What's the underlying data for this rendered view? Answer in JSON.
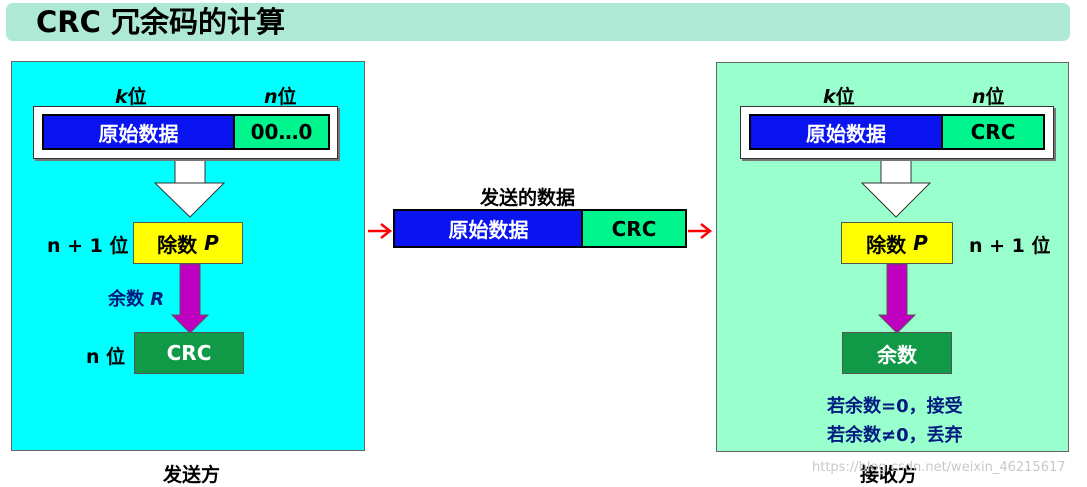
{
  "title": "CRC 冗余码的计算",
  "sender": {
    "k": "k",
    "bit": "位",
    "n": "n",
    "block_data": "原始数据",
    "block_zeros": "00…0",
    "n_plus_one": "n + 1 位",
    "divisor_label": "除数",
    "divisor_var": "P",
    "remainder_label": "余数",
    "remainder_var": "R",
    "result_bits": "n 位",
    "crc": "CRC",
    "caption": "发送方"
  },
  "transmit": {
    "heading": "发送的数据",
    "block_data": "原始数据",
    "block_crc": "CRC"
  },
  "receiver": {
    "k": "k",
    "bit": "位",
    "n": "n",
    "block_data": "原始数据",
    "block_crc": "CRC",
    "divisor_label": "除数",
    "divisor_var": "P",
    "n_plus_one": "n + 1 位",
    "remainder": "余数",
    "rule_accept": "若余数=0，接受",
    "rule_discard": "若余数≠0，丢弃",
    "caption": "接收方"
  },
  "watermark": "https://blog.csdn.net/weixin_46215617",
  "colors": {
    "data_block": "#0a14f0",
    "crc_block": "#00f58c",
    "divisor_block": "#ffff00",
    "remainder_block": "#109a48",
    "remainder_arrow": "#c000c0",
    "flow_arrow": "#ff0000",
    "sender_bg": "#00ffff",
    "receiver_bg": "#99ffcc"
  }
}
